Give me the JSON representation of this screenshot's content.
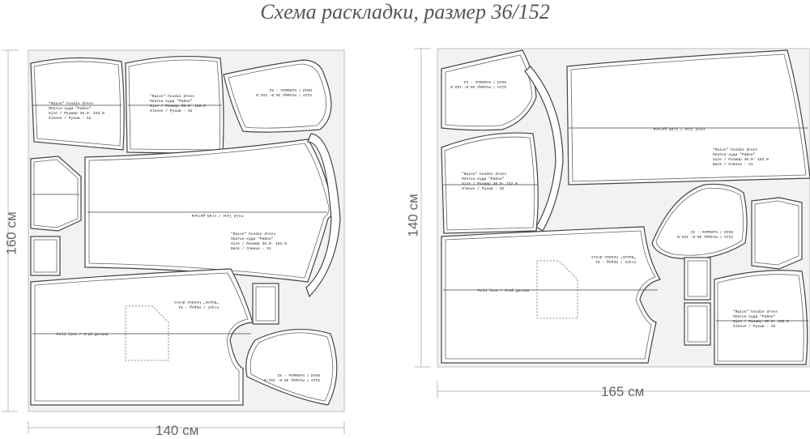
{
  "title": "Схема раскладки, размер 36/152",
  "layout_left": {
    "width_label": "140 см",
    "height_label": "160 см"
  },
  "layout_right": {
    "width_label": "165 см",
    "height_label": "140 см"
  },
  "labels": {
    "model": "\"Raion\" hoodie dress",
    "model_ru": "Платье-худи \"Район\"",
    "size": "Size / Размер  36.0- 152.0",
    "sleeve": "Sleeve / Рукав - X2",
    "back": "Back / Спинка - X1",
    "front": "Front / Перед - X1",
    "hood": "Hood / Капюшон - X2",
    "fold": "Fold line / Сгиб детали"
  }
}
